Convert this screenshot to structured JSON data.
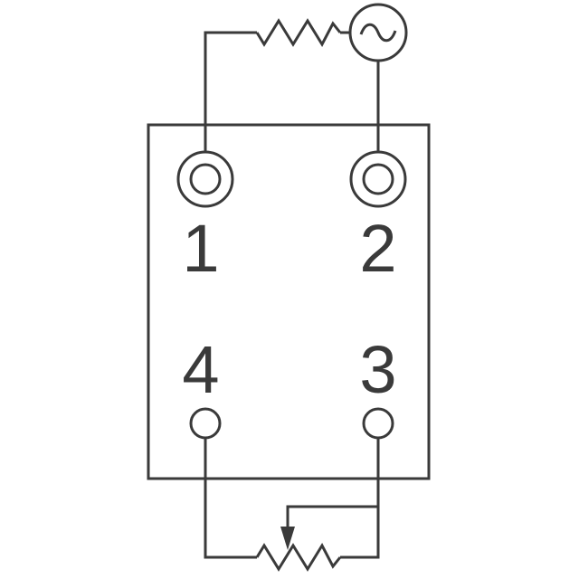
{
  "diagram": {
    "pins": [
      {
        "id": "1",
        "label": "1",
        "terminal": "double-ring"
      },
      {
        "id": "2",
        "label": "2",
        "terminal": "double-ring"
      },
      {
        "id": "3",
        "label": "3",
        "terminal": "single-ring"
      },
      {
        "id": "4",
        "label": "4",
        "terminal": "single-ring"
      }
    ],
    "components": {
      "top": [
        "resistor-symbol",
        "ac-source-symbol"
      ],
      "bottom": [
        "potentiometer-symbol"
      ]
    },
    "colors": {
      "stroke": "#3a3a3a",
      "background": "#ffffff"
    }
  }
}
